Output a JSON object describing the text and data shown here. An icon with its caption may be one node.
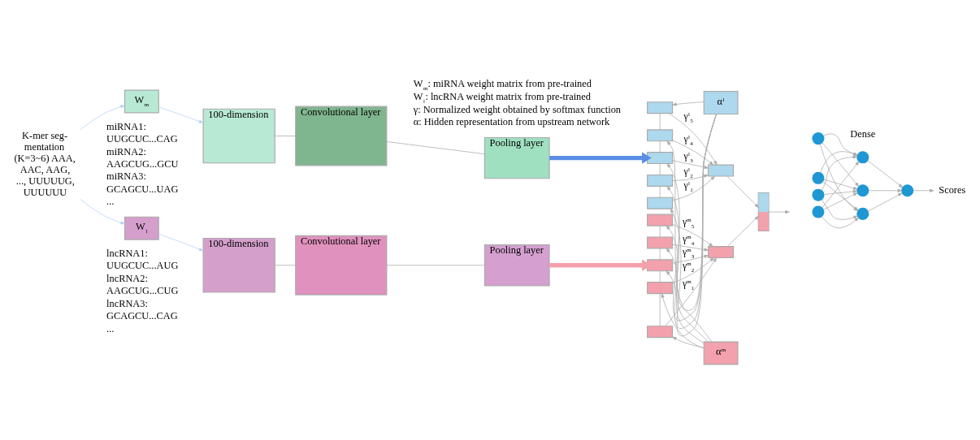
{
  "diagram": {
    "nodes": [
      {
        "text": [
          "K-mer seg- mentation (K=3~6) AAA, AAC, AAG, ..., UUUUUG, UUUUUU"
        ]
      },
      {
        "text": [
          "W$_{m}$"
        ]
      },
      {
        "text": [
          "W$_{l}$"
        ]
      },
      {
        "text": [
          "100-dimension"
        ]
      },
      {
        "text": [
          "100-dimension"
        ]
      },
      {
        "text": [
          "Convolutional layer"
        ]
      },
      {
        "text": [
          "Pooling layer"
        ]
      },
      {
        "text": [
          "Convolutional layer"
        ]
      },
      {
        "text": [
          "Pooling layer"
        ]
      },
      {
        "text": [],
        "shape": "box"
      },
      {
        "text": [],
        "shape": "box"
      },
      {
        "text": [],
        "shape": "box"
      },
      {
        "text": [],
        "shape": "box"
      },
      {
        "text": [],
        "shape": "box"
      },
      {
        "text": [
          "α$^{l}$"
        ]
      },
      {
        "text": [],
        "shape": "box"
      },
      {
        "text": [],
        "shape": "box"
      },
      {
        "text": [],
        "shape": "box"
      },
      {
        "text": [],
        "shape": "box"
      },
      {
        "text": [],
        "shape": "box"
      },
      {
        "text": [],
        "shape": "box"
      },
      {
        "text": [
          "α$^{m}$"
        ]
      },
      {
        "text": [],
        "shape": "box"
      },
      {
        "text": [],
        "shape": "bar"
      },
      {
        "text": [],
        "shape": "circle"
      },
      {
        "text": [],
        "shape": "circle"
      },
      {
        "text": [],
        "shape": "circle"
      },
      {
        "text": [],
        "shape": "circle"
      },
      {
        "text": [],
        "shape": "circle"
      },
      {
        "text": [],
        "shape": "circle"
      },
      {
        "text": [],
        "shape": "circle"
      },
      {
        "text": [],
        "shape": "circle"
      },
      {
        "text": [
          "Scores"
        ]
      }
    ],
    "edges": [
      {
        "from": 0,
        "to": 1,
        "arrow": "to",
        "color": "#b4d2f5"
      },
      {
        "from": 0,
        "to": 2,
        "arrow": "to",
        "color": "#b4d2f5"
      },
      {
        "from": 1,
        "to": 3,
        "arrow": "to",
        "color": "#b4d2f5"
      },
      {
        "from": 2,
        "to": 4,
        "arrow": "to",
        "color": "#b4d2f5"
      },
      {
        "from": 3,
        "to": 5,
        "arrow": "none"
      },
      {
        "from": 5,
        "to": 6,
        "arrow": "none"
      },
      {
        "from": 4,
        "to": 7,
        "arrow": "none"
      },
      {
        "from": 7,
        "to": 8,
        "arrow": "none"
      },
      {
        "from": 6,
        "to": 11,
        "arrow": "to",
        "style": "thick",
        "color": "#5b8ee6"
      },
      {
        "from": 8,
        "to": 18,
        "arrow": "to",
        "style": "thick",
        "color": "#f4a0aa"
      },
      {
        "from": 9,
        "to": 10,
        "arrow": "none"
      },
      {
        "from": 10,
        "to": 11,
        "arrow": "none"
      },
      {
        "from": 11,
        "to": 12,
        "arrow": "none"
      },
      {
        "from": 12,
        "to": 13,
        "arrow": "none"
      },
      {
        "from": 9,
        "to": 15,
        "arrow": "to",
        "label": "γ$^{l}$$_{5}$"
      },
      {
        "from": 10,
        "to": 15,
        "arrow": "to",
        "label": "γ$^{l}$$_{4}$"
      },
      {
        "from": 11,
        "to": 15,
        "arrow": "to",
        "label": "γ$^{l}$$_{3}$"
      },
      {
        "from": 12,
        "to": 15,
        "arrow": "to",
        "label": "γ$^{l}$$_{2}$"
      },
      {
        "from": 13,
        "to": 15,
        "arrow": "to",
        "label": "γ$^{l}$$_{1}$"
      },
      {
        "from": 14,
        "to": 9,
        "arrow": "to"
      },
      {
        "from": 14,
        "to": 10,
        "arrow": "to"
      },
      {
        "from": 14,
        "to": 11,
        "arrow": "to"
      },
      {
        "from": 14,
        "to": 12,
        "arrow": "to"
      },
      {
        "from": 14,
        "to": 13,
        "arrow": "to"
      },
      {
        "from": 16,
        "to": 17,
        "arrow": "none"
      },
      {
        "from": 17,
        "to": 18,
        "arrow": "none"
      },
      {
        "from": 18,
        "to": 19,
        "arrow": "none"
      },
      {
        "from": 19,
        "to": 20,
        "arrow": "none"
      },
      {
        "from": 16,
        "to": 22,
        "arrow": "to",
        "label": "γ$^{m}$$_{5}$"
      },
      {
        "from": 17,
        "to": 22,
        "arrow": "to",
        "label": "γ$^{m}$$_{4}$"
      },
      {
        "from": 18,
        "to": 22,
        "arrow": "to",
        "label": "γ$^{m}$$_{3}$"
      },
      {
        "from": 19,
        "to": 22,
        "arrow": "to",
        "label": "γ$^{m}$$_{2}$"
      },
      {
        "from": 20,
        "to": 22,
        "arrow": "to",
        "label": "γ$^{m}$$_{1}$"
      },
      {
        "from": 21,
        "to": 16,
        "arrow": "to"
      },
      {
        "from": 21,
        "to": 17,
        "arrow": "to"
      },
      {
        "from": 21,
        "to": 18,
        "arrow": "to"
      },
      {
        "from": 21,
        "to": 19,
        "arrow": "to"
      },
      {
        "from": 21,
        "to": 20,
        "arrow": "to"
      },
      {
        "from": 15,
        "to": 23,
        "arrow": "to"
      },
      {
        "from": 22,
        "to": 23,
        "arrow": "to"
      },
      {
        "from": 23,
        "to": null,
        "arrow": "to"
      },
      {
        "from": 24,
        "to": 28,
        "arrow": "to"
      },
      {
        "from": 24,
        "to": 29,
        "arrow": "to"
      },
      {
        "from": 24,
        "to": 30,
        "arrow": "to"
      },
      {
        "from": 25,
        "to": 28,
        "arrow": "to"
      },
      {
        "from": 25,
        "to": 29,
        "arrow": "to"
      },
      {
        "from": 25,
        "to": 30,
        "arrow": "to"
      },
      {
        "from": 26,
        "to": 28,
        "arrow": "to"
      },
      {
        "from": 26,
        "to": 29,
        "arrow": "to"
      },
      {
        "from": 26,
        "to": 30,
        "arrow": "to"
      },
      {
        "from": 27,
        "to": 28,
        "arrow": "to"
      },
      {
        "from": 27,
        "to": 29,
        "arrow": "to"
      },
      {
        "from": 27,
        "to": 30,
        "arrow": "to"
      },
      {
        "from": 28,
        "to": 31,
        "arrow": "to"
      },
      {
        "from": 29,
        "to": 31,
        "arrow": "to"
      },
      {
        "from": 30,
        "to": 31,
        "arrow": "to"
      },
      {
        "from": 31,
        "to": 32,
        "arrow": "to"
      }
    ],
    "labels": [
      "miRNA1:",
      "UUGCUC...CAG",
      "miRNA2:",
      "AAGCUG...GCU",
      "miRNA3:",
      "GCAGCU...UAG",
      "...",
      "W$_{m}$: miRNA weight matrix from pre-trained",
      "W$_{l}$: lncRNA weight matrix from pre-trained",
      "γ: Normalized weight obtained by softmax function",
      "α: Hidden representation from upstream network",
      "Dense",
      "lncRNA1:",
      "UUGCUC...AUG",
      "lncRNA2:",
      "AAGCUG...CUG",
      "lncRNA3:",
      "GCAGCU...CAG",
      "..."
    ]
  }
}
